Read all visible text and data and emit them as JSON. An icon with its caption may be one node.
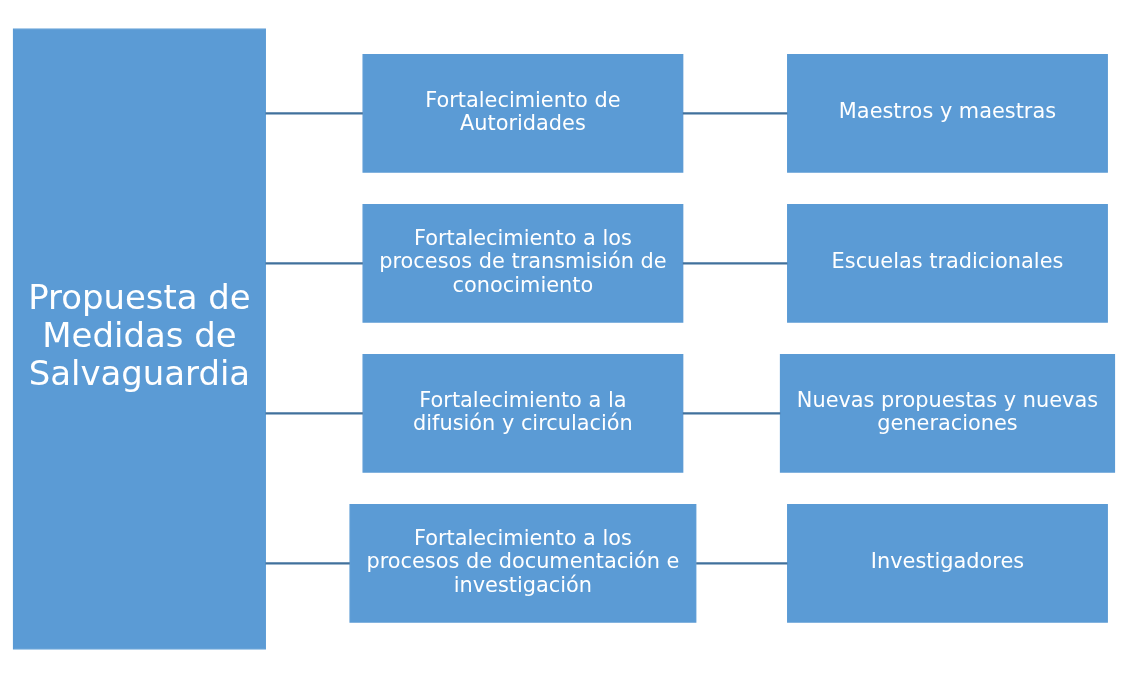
{
  "diagram": {
    "nodes": [
      {
        "text": [
          "Propuesta de Medidas de Salvaguardia"
        ]
      },
      {
        "text": [
          "Fortalecimiento de Autoridades"
        ]
      },
      {
        "text": [
          "Fortalecimiento a los procesos de transmisión de conocimiento"
        ]
      },
      {
        "text": [
          "Fortalecimiento a la difusión y circulación"
        ]
      },
      {
        "text": [
          "Fortalecimiento a los procesos de documentación e investigación"
        ]
      },
      {
        "text": [
          "Maestros y maestras"
        ]
      },
      {
        "text": [
          "Escuelas tradicionales"
        ]
      },
      {
        "text": [
          "Nuevas propuestas y nuevas generaciones"
        ]
      },
      {
        "text": [
          "Investigadores"
        ]
      }
    ],
    "edges": [
      {
        "from": 0,
        "to": 1,
        "arrow": "none"
      },
      {
        "from": 0,
        "to": 2,
        "arrow": "none"
      },
      {
        "from": 0,
        "to": 3,
        "arrow": "none"
      },
      {
        "from": 0,
        "to": 4,
        "arrow": "none"
      },
      {
        "from": 1,
        "to": 5,
        "arrow": "none"
      },
      {
        "from": 2,
        "to": 6,
        "arrow": "none"
      },
      {
        "from": 3,
        "to": 7,
        "arrow": "none"
      },
      {
        "from": 4,
        "to": 8,
        "arrow": "none"
      }
    ]
  }
}
